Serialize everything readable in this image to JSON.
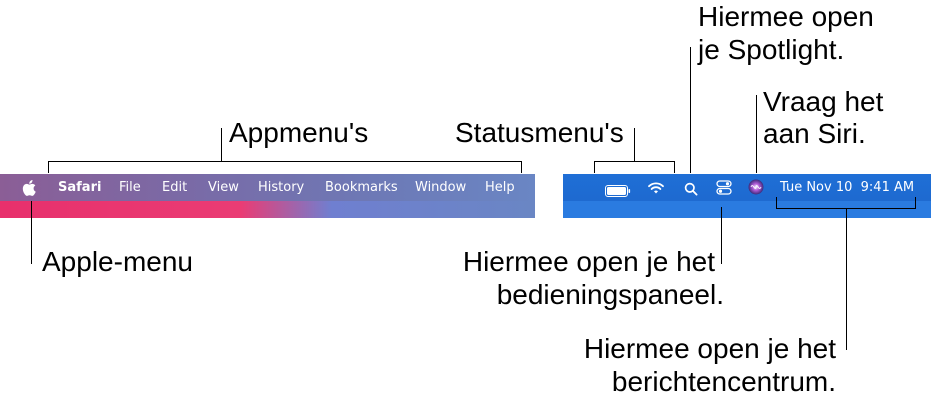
{
  "app_menus": {
    "apple": "",
    "items": [
      "Safari",
      "File",
      "Edit",
      "View",
      "History",
      "Bookmarks",
      "Window",
      "Help"
    ]
  },
  "status_menus": {
    "datetime": "Tue Nov 10  9:41 AM"
  },
  "callouts": {
    "appmenus": "Appmenu's",
    "statusmenus": "Statusmenu's",
    "spotlight_line1": "Hiermee open",
    "spotlight_line2": "je Spotlight.",
    "siri_line1": "Vraag het",
    "siri_line2": "aan Siri.",
    "apple_menu": "Apple-menu",
    "control_line1": "Hiermee open je het",
    "control_line2": "bedieningspaneel.",
    "notif_line1": "Hiermee open je het",
    "notif_line2": "berichtencentrum."
  },
  "colors": {
    "left_bar": "#7a6aa6",
    "right_bar": "#1f6fd6",
    "wallpaper_pink": "#e8306c"
  }
}
